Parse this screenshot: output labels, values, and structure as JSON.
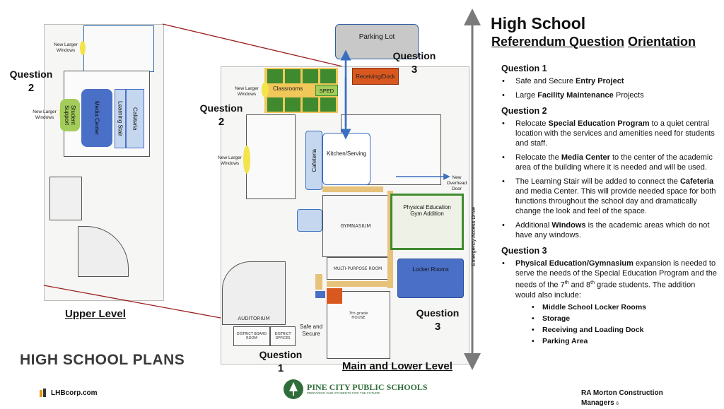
{
  "left_plan": {
    "question_label": "Question",
    "question_num": "2",
    "windows_label_top": "New Larger Windows",
    "windows_label_side": "New Larger Windows",
    "rooms": {
      "support": "Student Support",
      "media": "Media Center",
      "stair": "Learning Stair",
      "cafeteria": "Cafeteria"
    },
    "caption": "Upper Level"
  },
  "plans_title": "HIGH SCHOOL PLANS",
  "main_plan": {
    "parking": "Parking Lot",
    "receiving": "Receiving/Dock",
    "classrooms": "Classrooms",
    "sped": "SPED",
    "windows_top": "New Larger Windows",
    "windows_mid": "New Larger Windows",
    "question_a": {
      "label": "Question",
      "num": "2"
    },
    "question_b": {
      "label": "Question",
      "num": "3"
    },
    "question_c": {
      "label": "Question",
      "num": "3"
    },
    "question_d": {
      "label": "Question",
      "num": "1"
    },
    "cafeteria": "Cafeteria",
    "kitchen": "Kitchen/Serving",
    "overhead_door": "New Overhead Door",
    "pe_addition": "Physical Education Gym Addition",
    "locker_rooms": "Locker Rooms",
    "gymnasium": "GYMNASIUM",
    "multi_purpose": "MULTI-PURPOSE ROOM",
    "auditorium": "AUDITORIUM",
    "board_room": "DISTRICT BOARD ROOM",
    "district_offices": "DISTRICT OFFICES",
    "safe_secure": "Safe and Secure",
    "grade_house": "7th grade HOUSE",
    "emergency_drive": "Emergency Access Drive",
    "caption": "Main and Lower Level"
  },
  "header": {
    "title": "High School",
    "subtitle_a": "Referendum Question",
    "subtitle_b": "Orientation"
  },
  "sections": {
    "q1": {
      "heading": "Question 1",
      "items": [
        {
          "pre": "Safe and Secure ",
          "bold": "Entry Project",
          "post": ""
        },
        {
          "pre": "Large ",
          "bold": "Facility Maintenance",
          "post": " Projects"
        }
      ]
    },
    "q2": {
      "heading": "Question 2",
      "items": [
        {
          "pre": "Relocate ",
          "bold": "Special Education Program",
          "post": " to a quiet central location with the services and amenities need for students and staff."
        },
        {
          "pre": "Relocate the ",
          "bold": "Media Center",
          "post": " to the center of the academic area of the building where it is needed and will be used."
        },
        {
          "pre": "The Learning Stair will be added to connect the ",
          "bold": "Cafeteria",
          "post": " and media Center. This will provide needed space for both functions throughout the school day and dramatically change the look and feel of the space."
        },
        {
          "pre": "Additional ",
          "bold": "Windows",
          "post": " is the academic areas which do not have any windows."
        }
      ]
    },
    "q3": {
      "heading": "Question 3",
      "lead_bold": "Physical Education/Gymnasium",
      "lead_text_1": " expansion is needed to serve the needs of the Special Education Program and the needs of the ",
      "seventh": "7",
      "th": "th",
      "and": " and 8",
      "lead_text_2": " grade students. The addition would also include:",
      "subitems": [
        "Middle School Locker Rooms",
        "Storage",
        "Receiving and Loading Dock",
        "Parking Area"
      ]
    }
  },
  "footer": {
    "lhb": "LHBcorp.com",
    "school": "PINE CITY PUBLIC SCHOOLS",
    "school_tag": "PREPARING OUR STUDENTS FOR THE FUTURE",
    "ra_morton": "RA Morton Construction Managers",
    "page": "6"
  },
  "colors": {
    "media_blue": "#4a6fc7",
    "pale_blue": "#c5d6ef",
    "green": "#3f8a2f",
    "yellow": "#f2e44a",
    "orange": "#d9581f",
    "tan": "#e6c27a",
    "parking_gray": "#c8c8c8",
    "arrow_blue": "#3a6fc0",
    "dark_red": "#9a1f1f"
  }
}
